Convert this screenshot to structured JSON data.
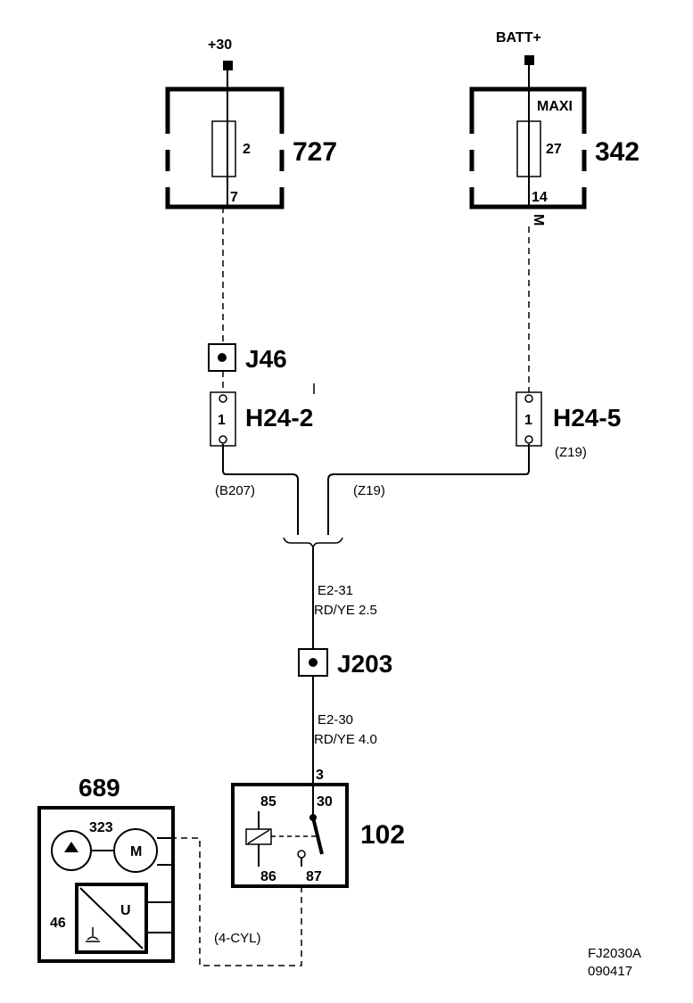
{
  "supply_left": "+30",
  "supply_right": "BATT+",
  "fusebox_left": {
    "id": "727",
    "fuse": "2",
    "pin": "7"
  },
  "fusebox_right": {
    "id": "342",
    "type": "MAXI",
    "fuse": "27",
    "pin": "14",
    "side_mark": "M"
  },
  "junction_j46": "J46",
  "connector_left": {
    "id": "H24-2",
    "pin": "1",
    "wire": "(B207)"
  },
  "connector_right": {
    "id": "H24-5",
    "pin": "1",
    "wire_a": "(Z19)",
    "wire_b": "(Z19)"
  },
  "wire_e231": {
    "code": "E2-31",
    "spec": "RD/YE  2.5"
  },
  "junction_j203": "J203",
  "wire_e230": {
    "code": "E2-30",
    "spec": "RD/YE 4.0"
  },
  "relay": {
    "id": "102",
    "pin_in": "3",
    "pin85": "85",
    "pin30": "30",
    "pin86": "86",
    "pin87": "87"
  },
  "pump_unit": {
    "id": "689",
    "pump": "323",
    "motor": "M",
    "sensor": "46",
    "sensor_letter": "U"
  },
  "variant_note": "(4-CYL)",
  "drawing_code": "FJ2030A",
  "drawing_date": "090417"
}
